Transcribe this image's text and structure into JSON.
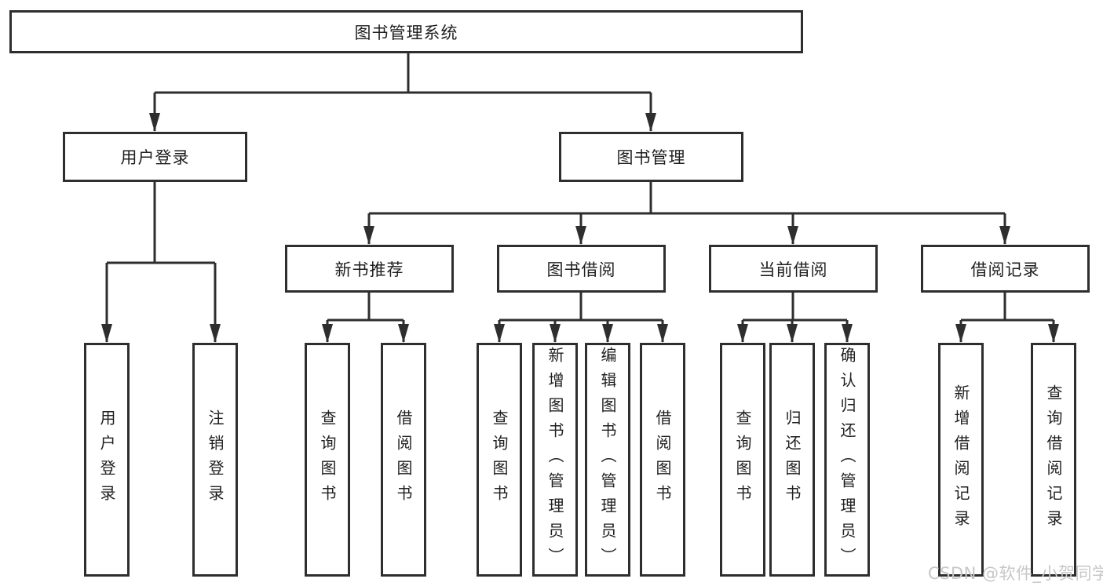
{
  "watermark": "CSDN @软件_小贺同学",
  "colors": {
    "line": "#2e2e2e",
    "text": "#1f1f1f",
    "watermark": "#c7c7c7",
    "background": "#ffffff"
  },
  "tree": {
    "root": {
      "label": "图书管理系统"
    },
    "user": {
      "label": "用户登录",
      "children": [
        {
          "label": "用户登录"
        },
        {
          "label": "注销登录"
        }
      ]
    },
    "mgmt": {
      "label": "图书管理",
      "sections": [
        {
          "label": "新书推荐",
          "children": [
            {
              "label": "查询图书"
            },
            {
              "label": "借阅图书"
            }
          ]
        },
        {
          "label": "图书借阅",
          "children": [
            {
              "label": "查询图书"
            },
            {
              "label": "新增图书（管理员）"
            },
            {
              "label": "编辑图书（管理员）"
            },
            {
              "label": "借阅图书"
            }
          ]
        },
        {
          "label": "当前借阅",
          "children": [
            {
              "label": "查询图书"
            },
            {
              "label": "归还图书"
            },
            {
              "label": "确认归还（管理员）"
            }
          ]
        },
        {
          "label": "借阅记录",
          "children": [
            {
              "label": "新增借阅记录"
            },
            {
              "label": "查询借阅记录"
            }
          ]
        }
      ]
    }
  }
}
